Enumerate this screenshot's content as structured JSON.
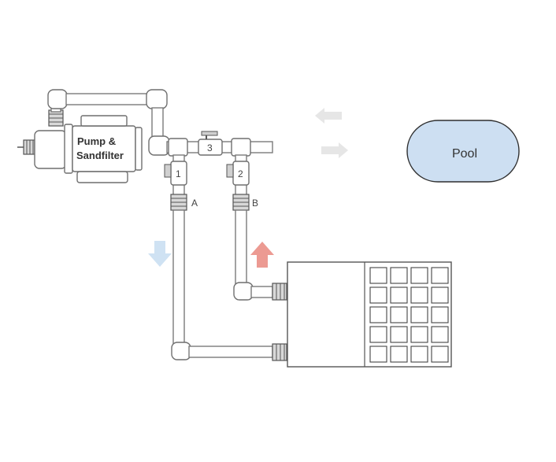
{
  "diagram": {
    "pump_label_line1": "Pump &",
    "pump_label_line2": "Sandfilter",
    "pool_label": "Pool",
    "valve_1": "1",
    "valve_2": "2",
    "valve_3": "3",
    "port_a": "A",
    "port_b": "B"
  },
  "colors": {
    "pool_fill": "#cddff2",
    "flow_out_arrow": "#cfe2f3",
    "flow_in_arrow": "#ec9a92",
    "pool_flow_arrows": "#e6e6e6",
    "pipe_stroke": "#7a7a7a"
  }
}
